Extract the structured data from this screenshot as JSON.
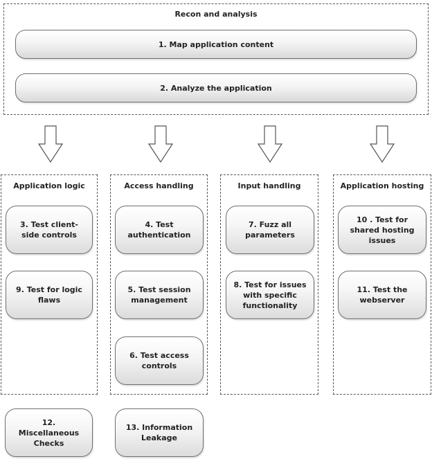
{
  "recon": {
    "title": "Recon and analysis",
    "steps": [
      "1. Map application content",
      "2. Analyze the application"
    ]
  },
  "columns": [
    {
      "title": "Application logic",
      "items": [
        "3. Test client-side controls",
        "9. Test for logic flaws"
      ]
    },
    {
      "title": "Access handling",
      "items": [
        "4. Test authentication",
        "5. Test session management",
        "6. Test access controls"
      ]
    },
    {
      "title": "Input handling",
      "items": [
        "7. Fuzz all parameters",
        "8. Test for issues with specific functionality"
      ]
    },
    {
      "title": "Application hosting",
      "items": [
        "10 . Test for shared hosting issues",
        "11. Test the webserver"
      ]
    }
  ],
  "extras": [
    "12. Miscellaneous Checks",
    "13. Information Leakage"
  ],
  "icons": {
    "flow_arrow": "down-arrow-icon"
  }
}
